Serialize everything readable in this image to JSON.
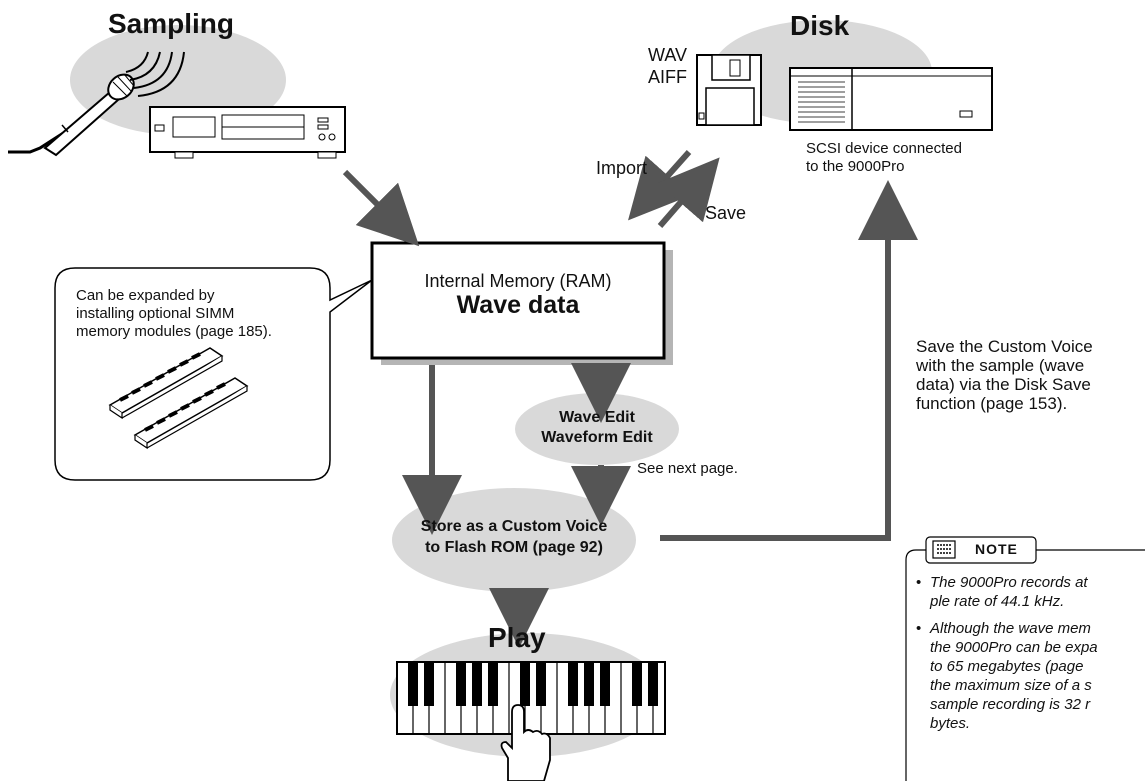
{
  "sampling": {
    "title": "Sampling"
  },
  "disk": {
    "title": "Disk",
    "formats": [
      "WAV",
      "AIFF"
    ],
    "scsi_caption": [
      "SCSI device connected",
      "to the 9000Pro"
    ],
    "import_label": "Import",
    "save_label": "Save"
  },
  "memory": {
    "line1": "Internal Memory (RAM)",
    "line2": "Wave data"
  },
  "expand_callout": [
    "Can be expanded by",
    "installing optional SIMM",
    "memory modules (page 185)."
  ],
  "wave_edit": {
    "line1": "Wave Edit",
    "line2": "Waveform Edit",
    "see_next": "See next page."
  },
  "store": {
    "line1": "Store as a Custom Voice",
    "line2": "to Flash ROM (page 92)"
  },
  "disk_save_text": [
    "Save the Custom Voice",
    "with the sample (wave",
    "data) via the Disk Save",
    "function (page 153)."
  ],
  "play": {
    "title": "Play"
  },
  "note": {
    "label": "NOTE",
    "items": [
      "The 9000Pro records at ple rate of 44.1 kHz.",
      "Although the wave mem the 9000Pro can be expa to 65 megabytes (page the maximum size of a s sample recording is 32 r bytes."
    ],
    "item1_lines": [
      "The 9000Pro records at",
      "ple rate of 44.1 kHz."
    ],
    "item2_lines": [
      "Although the wave mem",
      "the 9000Pro can be expa",
      "to 65 megabytes (page",
      "the maximum size of a s",
      "sample recording is 32 r",
      "bytes."
    ]
  }
}
